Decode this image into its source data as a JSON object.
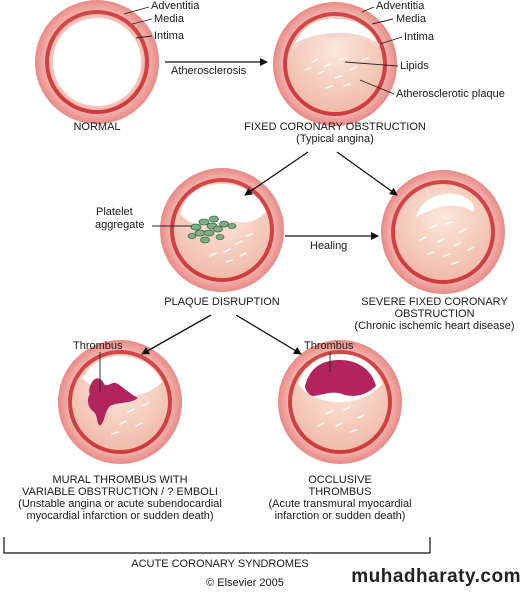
{
  "labels": {
    "adventitia_1": "Adventitia",
    "media_1": "Media",
    "intima_1": "Intima",
    "adventitia_2": "Adventitia",
    "media_2": "Media",
    "intima_2": "Intima",
    "lipids": "Lipids",
    "plaque": "Atherosclerotic plaque",
    "atherosclerosis": "Atherosclerosis",
    "healing": "Healing",
    "platelet_1": "Platelet",
    "platelet_2": "aggregate",
    "thrombus_1": "Thrombus",
    "thrombus_2": "Thrombus"
  },
  "captions": {
    "normal": [
      "NORMAL"
    ],
    "fixed": [
      "FIXED CORONARY OBSTRUCTION",
      "(Typical angina)"
    ],
    "disruption": [
      "PLAQUE DISRUPTION"
    ],
    "severe": [
      "SEVERE FIXED CORONARY",
      "OBSTRUCTION",
      "(Chronic ischemic heart disease)"
    ],
    "mural": [
      "MURAL THROMBUS WITH",
      "VARIABLE OBSTRUCTION / ? EMBOLI",
      "(Unstable angina or acute subendocardial",
      "myocardial infarction or sudden death)"
    ],
    "occlusive": [
      "OCCLUSIVE",
      "THROMBUS",
      "(Acute transmural myocardial",
      "infarction or sudden death)"
    ]
  },
  "footer": {
    "group": "ACUTE CORONARY SYNDROMES",
    "copyright": "© Elsevier 2005",
    "watermark": "muhadharaty.com"
  },
  "colors": {
    "adventitia": "#f2a7a3",
    "media": "#d94a4a",
    "intima": "#f8d5cf",
    "lumen": "#ffffff",
    "plaque": "#f6cdbd",
    "platelet": "#7fae86",
    "thrombus": "#b2245e"
  }
}
